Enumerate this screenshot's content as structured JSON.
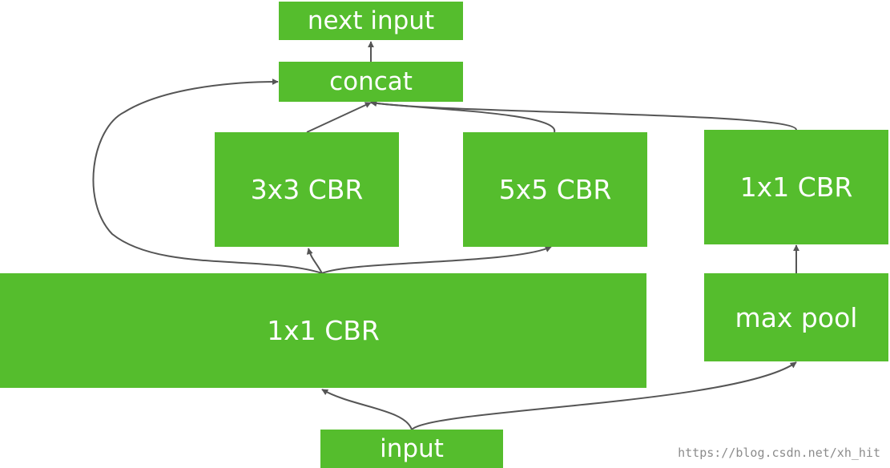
{
  "nodes": {
    "next_input": "next input",
    "concat": "concat",
    "conv3x3": "3x3 CBR",
    "conv5x5": "5x5 CBR",
    "conv1x1_right": "1x1 CBR",
    "conv1x1_left": "1x1 CBR",
    "max_pool": "max pool",
    "input": "input"
  },
  "watermark": "https://blog.csdn.net/xh_hit",
  "colors": {
    "node_fill": "#55bd2d",
    "node_text": "#ffffff",
    "edge": "#555555",
    "watermark": "#8c8c8c"
  }
}
